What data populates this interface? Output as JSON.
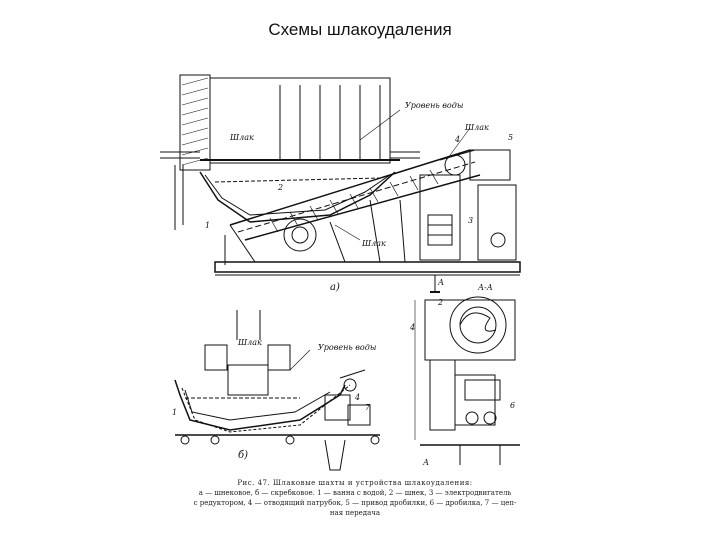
{
  "title": "Схемы шлакоудаления",
  "figure": {
    "label_a": "а)",
    "label_b": "б)",
    "shlak_1": "Шлак",
    "shlak_2": "Шлак",
    "shlak_3": "Шлак",
    "shlak_4": "Шлак",
    "water_level_1": "Уровень воды",
    "water_level_2": "Уровень воды",
    "section_aa": "А-А",
    "mark_a_top": "А",
    "mark_a_bottom": "А",
    "n1a": "1",
    "n2a": "2",
    "n3a": "3",
    "n4a": "4",
    "n5a": "5",
    "n1b": "1",
    "n4b": "4",
    "n7b": "7",
    "n2c": "2",
    "n4c": "4",
    "n6c": "6"
  },
  "caption": {
    "line1": "Рис. 47. Шлаковые шахты и устройства шлакоудаления:",
    "line2": "а — шнековое, б — скребковое. 1 — ванна с водой, 2 — шнек, 3 — электродвигатель",
    "line3": "с редуктором, 4 — отводящий патрубок, 5 — привод дробилки, 6 — дробилка, 7 — цеп-",
    "line4": "ная передача"
  }
}
